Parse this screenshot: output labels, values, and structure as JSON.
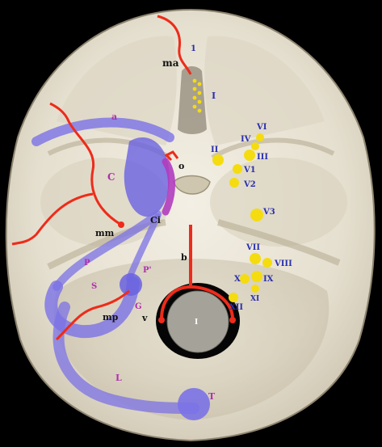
{
  "labels": {
    "ma": "ma",
    "one_top": "1",
    "I": "I",
    "a": "a",
    "C": "C",
    "o": "o",
    "Ci": "Ci",
    "mm": "mm",
    "II": "II",
    "IV": "IV",
    "VI": "VI",
    "III": "III",
    "V1": "V1",
    "V2": "V2",
    "V3": "V3",
    "VII": "VII",
    "VIII": "VIII",
    "IX": "IX",
    "X": "X",
    "XI": "XI",
    "XII": "XII",
    "b": "b",
    "P": "P",
    "Pprime": "P'",
    "S": "S",
    "G": "G",
    "mp": "mp",
    "v": "v",
    "L": "L",
    "T": "T",
    "foramen": "I"
  },
  "colors": {
    "background": "#000000",
    "bone": "#ece7da",
    "artery": "#ee2b1a",
    "sinus": "#7b72e6",
    "nerve": "#f4dc10",
    "nerve_label": "#2a2fae",
    "sinus_label": "#b02fae",
    "text": "#111111"
  }
}
